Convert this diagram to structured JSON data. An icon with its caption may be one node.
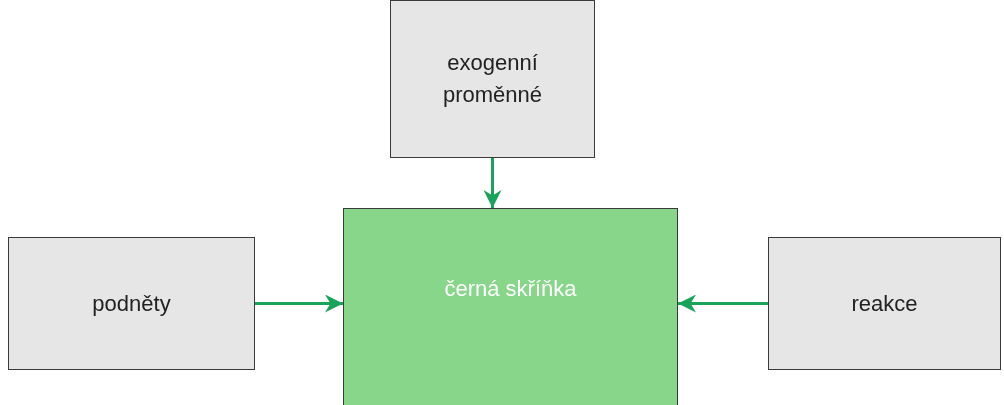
{
  "diagram": {
    "nodes": [
      {
        "text": [
          "exogenní proměnné"
        ]
      },
      {
        "text": [
          "podněty"
        ]
      },
      {
        "text": [
          "černá skříňka"
        ]
      },
      {
        "text": [
          "reakce"
        ]
      }
    ],
    "edges": [
      {
        "from": 0,
        "to": 2,
        "arrow": "to"
      },
      {
        "from": 1,
        "to": 2,
        "arrow": "to"
      },
      {
        "from": 3,
        "to": 2,
        "arrow": "to"
      }
    ]
  }
}
